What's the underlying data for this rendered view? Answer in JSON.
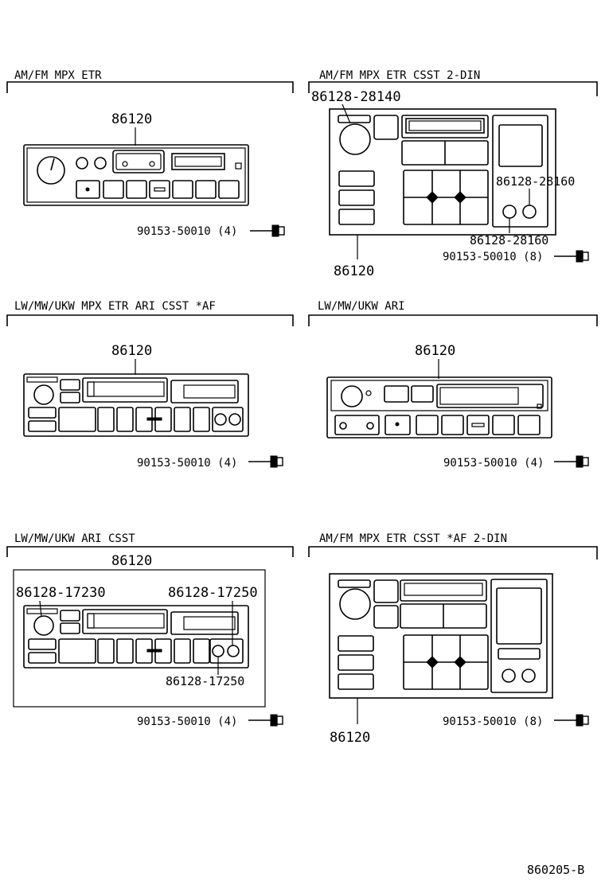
{
  "diagram": {
    "sections": [
      {
        "header": "AM/FM MPX ETR",
        "part_number": "86120",
        "bolt": "90153-50010 (4)"
      },
      {
        "header": "AM/FM MPX ETR CSST 2-DIN",
        "part_number": "86120",
        "bolt": "90153-50010 (8)",
        "callouts": [
          "86128-28140",
          "86128-28160",
          "86128-28160"
        ]
      },
      {
        "header": "LW/MW/UKW  MPX ETR ARI CSST *AF",
        "part_number": "86120",
        "bolt": "90153-50010 (4)"
      },
      {
        "header": "LW/MW/UKW  ARI",
        "part_number": "86120",
        "bolt": "90153-50010 (4)"
      },
      {
        "header": "LW/MW/UKW  ARI CSST",
        "part_number": "86120",
        "bolt": "90153-50010 (4)",
        "callouts": [
          "86128-17230",
          "86128-17250",
          "86128-17250"
        ]
      },
      {
        "header": "AM/FM MPX ETR CSST *AF 2-DIN",
        "part_number": "86120",
        "bolt": "90153-50010 (8)"
      }
    ],
    "reference_code": "860205-B"
  }
}
